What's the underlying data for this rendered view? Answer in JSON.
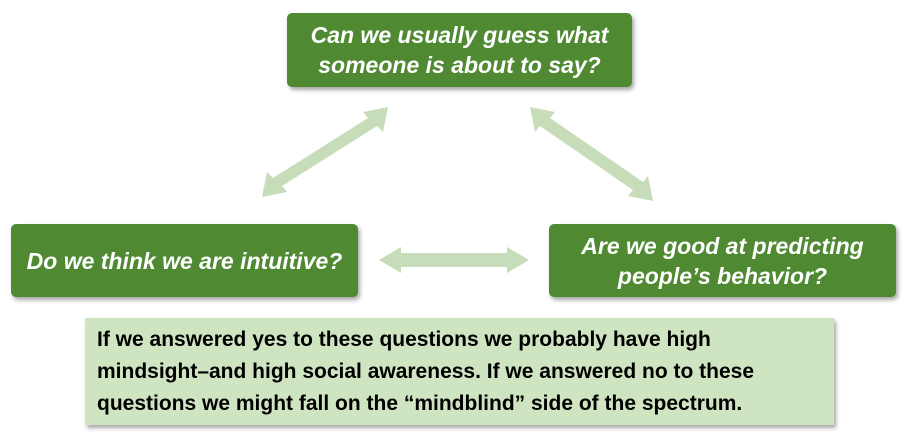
{
  "nodes": {
    "top": {
      "line1": "Can we usually guess what",
      "line2": "someone is about to say?"
    },
    "left": {
      "text": "Do we think we are intuitive?"
    },
    "right": {
      "line1": "Are we good at predicting",
      "line2": "people’s behavior?"
    }
  },
  "summary": {
    "line1": "If we answered yes to these questions we probably have high",
    "line2": "mindsight–and high social awareness. If we answered no to these",
    "line3": "questions we might fall on the “mindblind” side of the spectrum."
  },
  "colors": {
    "node_fill": "#4f8a33",
    "arrow_fill": "#c7dcb8",
    "summary_fill": "#cfe4c1"
  }
}
